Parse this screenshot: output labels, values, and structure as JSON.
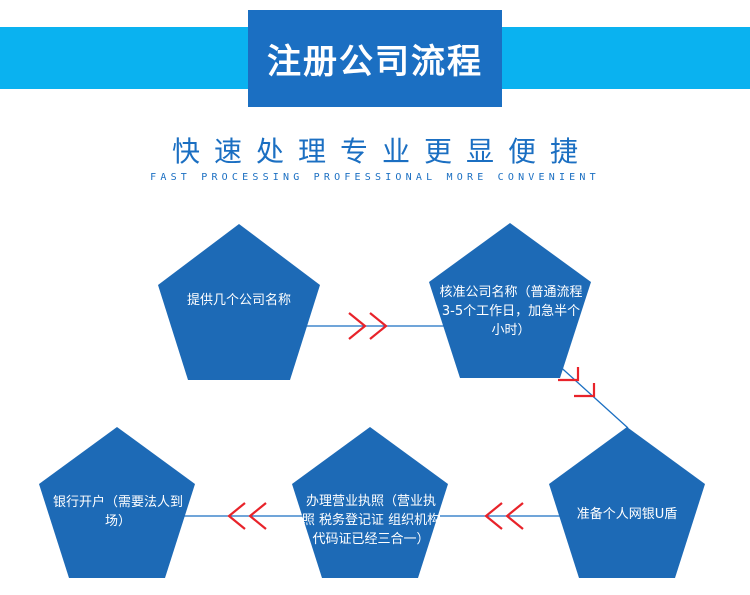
{
  "header": {
    "title": "注册公司流程",
    "subtitle": "快速处理专业更显便捷",
    "subtitle_en": "FAST PROCESSING PROFESSIONAL MORE CONVENIENT"
  },
  "steps": [
    {
      "text": "提供几个公司名称"
    },
    {
      "text": "核准公司名称（普通流程3-5个工作日，加急半个小时）"
    },
    {
      "text": "准备个人网银U盾"
    },
    {
      "text": "办理营业执照（营业执照 税务登记证 组织机构代码证已经三合一）"
    },
    {
      "text": "银行开户（需要法人到场）"
    }
  ],
  "colors": {
    "stripe": "#0ab2f0",
    "primary": "#1b6fc2",
    "pentagon": "#1d6ab6",
    "arrow": "#e8232a",
    "connector": "#1b6fc2"
  }
}
